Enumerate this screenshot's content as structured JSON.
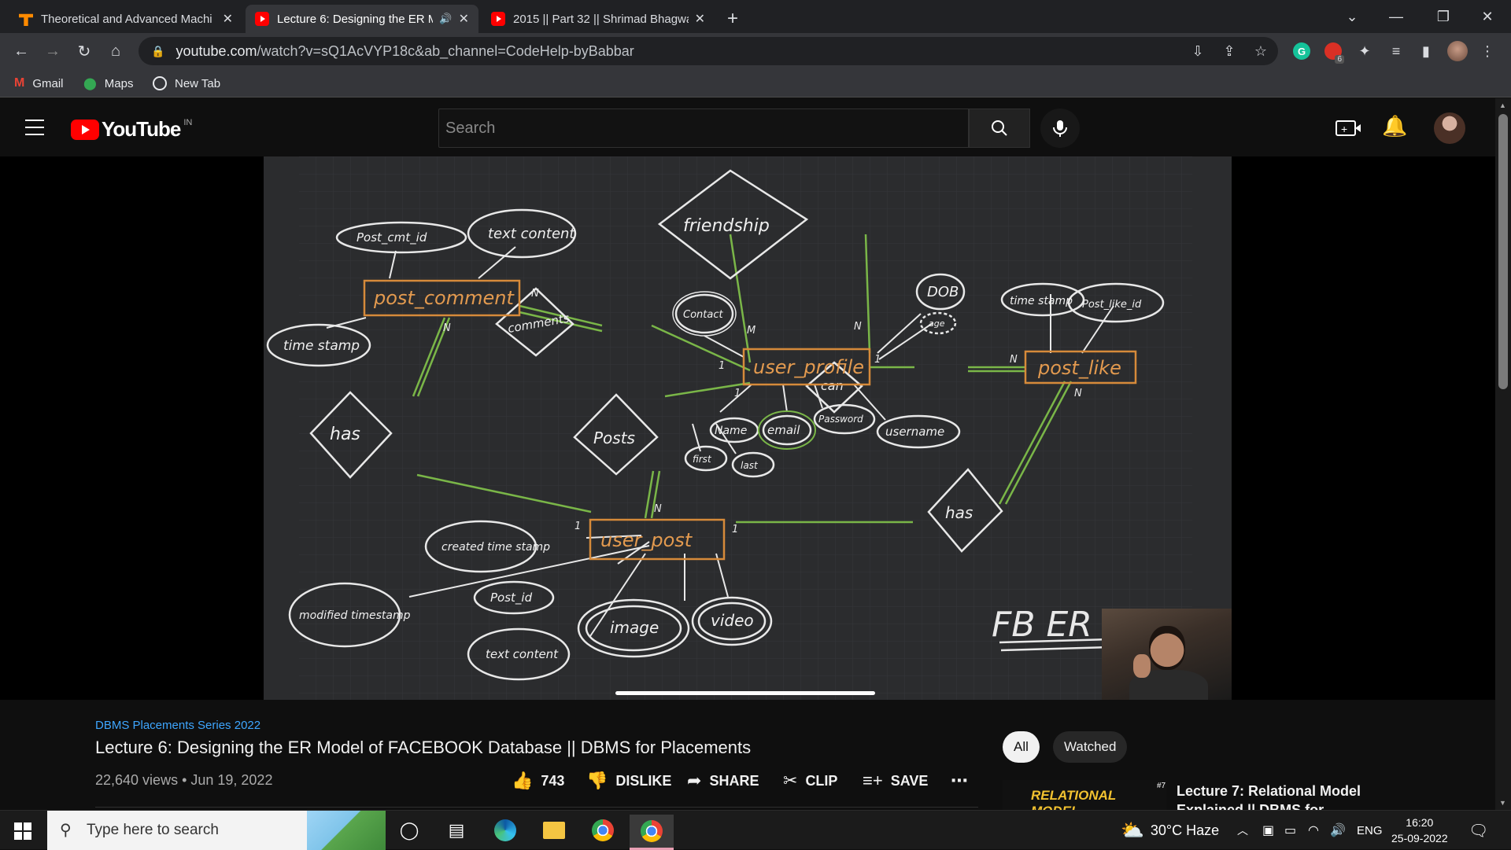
{
  "browser": {
    "tabs": [
      {
        "title": "Theoretical and Advanced Machi"
      },
      {
        "title": "Lecture 6: Designing the ER M"
      },
      {
        "title": "2015 || Part 32 || Shrimad Bhagwa"
      }
    ],
    "url_host": "youtube.com",
    "url_path": "/watch?v=sQ1AcVYP18c&ab_channel=CodeHelp-byBabbar",
    "extension_badge": "6",
    "bookmarks": [
      "Gmail",
      "Maps",
      "New Tab"
    ]
  },
  "youtube": {
    "logo_text": "YouTube",
    "region": "IN",
    "search_placeholder": "Search"
  },
  "diagram": {
    "entities": [
      "post_comment",
      "user_profile",
      "post_like",
      "user_post"
    ],
    "relationships": [
      "friendship",
      "comments",
      "can",
      "has",
      "Posts",
      "has"
    ],
    "attributes": [
      "Post_cmt_id",
      "text content",
      "time stamp",
      "Contact",
      "DOB",
      "age",
      "time stamp",
      "Post_like_id",
      "Name",
      "email",
      "Password",
      "username",
      "first",
      "last",
      "created time stamp",
      "Post_id",
      "modified timestamp",
      "text content",
      "image",
      "video"
    ],
    "cardinalities": [
      "N",
      "N",
      "M",
      "N",
      "1",
      "1",
      "N",
      "N",
      "1",
      "N",
      "1",
      "1"
    ],
    "caption": "FB ER"
  },
  "video": {
    "series": "DBMS Placements Series 2022",
    "title": "Lecture 6: Designing the ER Model of FACEBOOK Database || DBMS for Placements",
    "meta": "22,640 views • Jun 19, 2022",
    "likes": "743",
    "dislike": "DISLIKE",
    "share": "SHARE",
    "clip": "CLIP",
    "save": "SAVE"
  },
  "sidebar": {
    "chips": [
      "All",
      "Watched"
    ],
    "next_thumb_text": "RELATIONAL MODEL",
    "next_thumb_num": "#7",
    "next_title_1": "Lecture 7: Relational Model",
    "next_title_2": "Explained || DBMS for"
  },
  "taskbar": {
    "search_placeholder": "Type here to search",
    "weather": "30°C  Haze",
    "lang": "ENG",
    "time": "16:20",
    "date": "25-09-2022"
  }
}
